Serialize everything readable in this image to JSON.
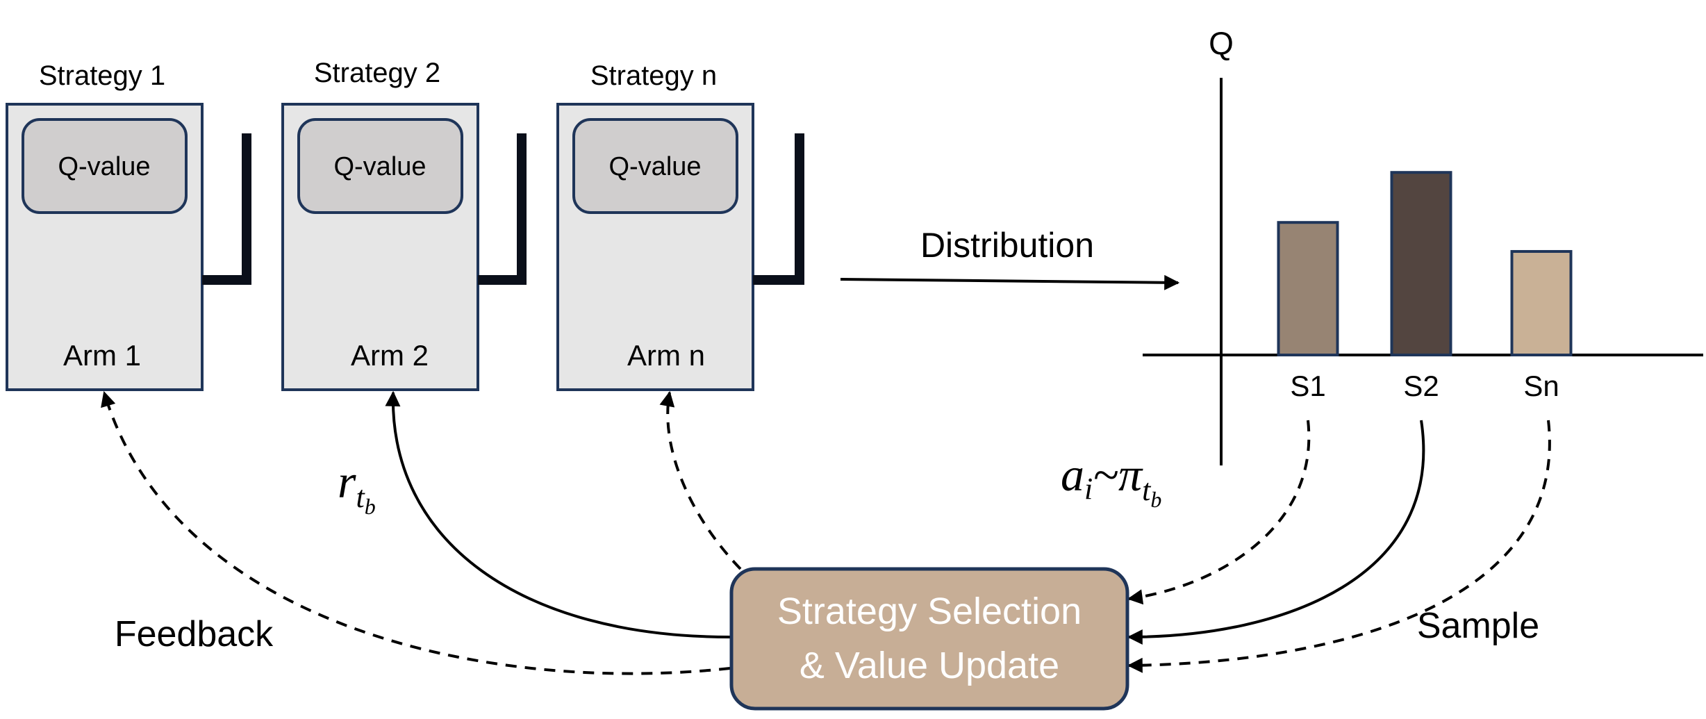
{
  "arms": [
    {
      "strategy_label": "Strategy 1",
      "qvalue_label": "Q-value",
      "arm_label": "Arm 1"
    },
    {
      "strategy_label": "Strategy 2",
      "qvalue_label": "Q-value",
      "arm_label": "Arm 2"
    },
    {
      "strategy_label": "Strategy n",
      "qvalue_label": "Q-value",
      "arm_label": "Arm n"
    }
  ],
  "distribution_label": "Distribution",
  "chart": {
    "y_axis_label": "Q",
    "bars": [
      {
        "label": "S1",
        "value": 265,
        "color": "#978473"
      },
      {
        "label": "S2",
        "value": 365,
        "color": "#534540"
      },
      {
        "label": "Sn",
        "value": 207,
        "color": "#c9b196"
      }
    ]
  },
  "sampling_formula": {
    "base": "a",
    "base_sub": "i",
    "op": "~π",
    "sub": "t",
    "sub_sub": "b"
  },
  "reward_formula": {
    "base": "r",
    "sub": "t",
    "sub_sub": "b"
  },
  "update_box": {
    "line1": "Strategy Selection",
    "line2": "& Value Update",
    "fill": "#c7ae96"
  },
  "feedback_label": "Feedback",
  "sample_label": "Sample",
  "colors": {
    "box_fill": "#e6e6e6",
    "qvalue_fill": "#d0cece",
    "border": "#1f3559",
    "ink": "#000000"
  }
}
